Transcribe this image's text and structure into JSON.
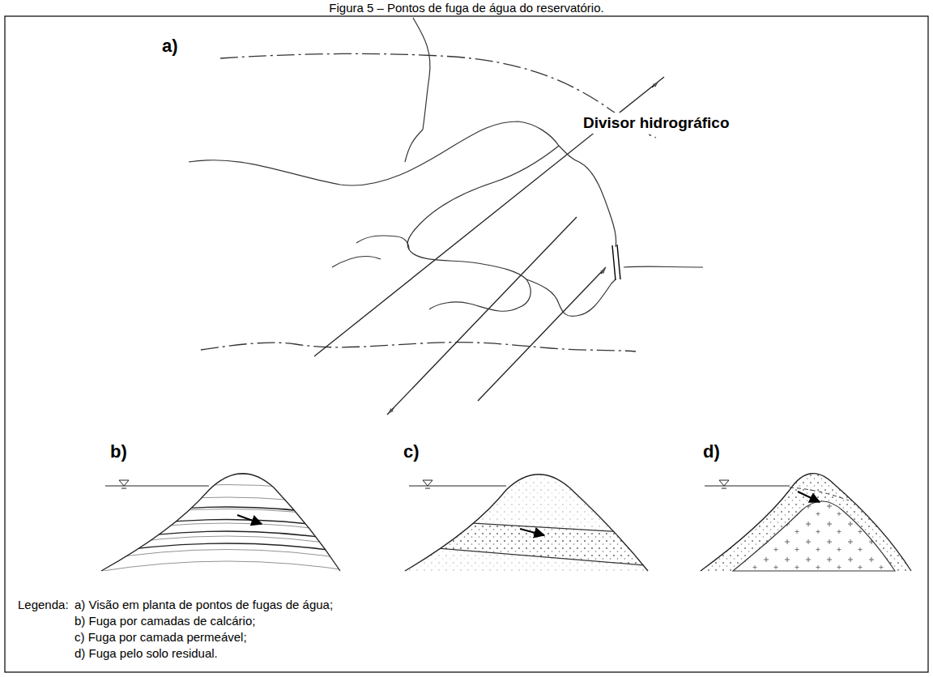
{
  "diagram": {
    "title": "Figura 5 – Pontos de fuga de água do reservatório.",
    "labels": [
      "a)",
      "Divisor hidrográfico",
      "b)",
      "c)",
      "d)",
      "Legenda:"
    ],
    "legend": [
      {
        "text": "a) Visão em planta de pontos de fugas de água;"
      },
      {
        "text": "b) Fuga por camadas de calcário;"
      },
      {
        "text": "c) Fuga por camada permeável;"
      },
      {
        "text": "d) Fuga pelo solo residual."
      }
    ]
  }
}
